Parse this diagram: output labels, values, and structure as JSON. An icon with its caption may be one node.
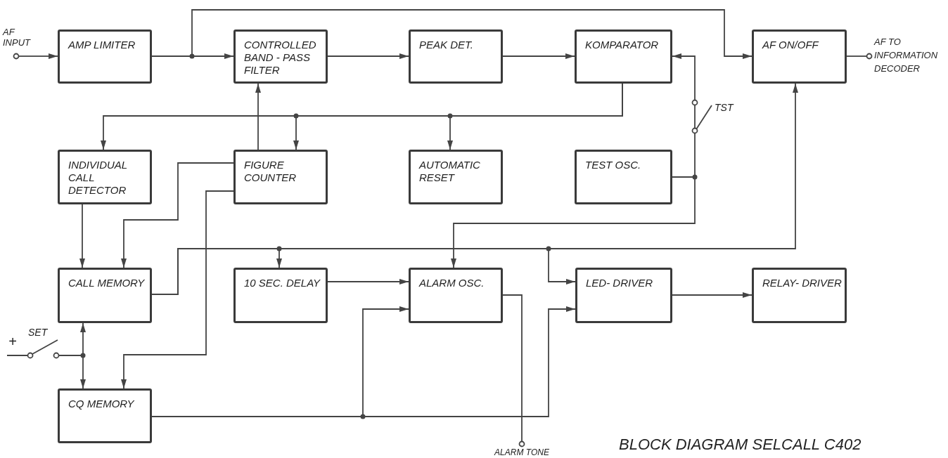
{
  "diagram": {
    "title": "BLOCK DIAGRAM SELCALL C402",
    "nodes": [
      {
        "text": [
          "AF INPUT"
        ]
      },
      {
        "text": [
          "AMP LIMITER"
        ]
      },
      {
        "text": [
          "CONTROLLED BAND - PASS FILTER"
        ]
      },
      {
        "text": [
          "PEAK DET."
        ]
      },
      {
        "text": [
          "KOMPARATOR"
        ]
      },
      {
        "text": [
          "AF ON/OFF"
        ]
      },
      {
        "text": [
          "AF TO INFORMATION DECODER"
        ]
      },
      {
        "text": [
          "INDIVIDUAL CALL DETECTOR"
        ]
      },
      {
        "text": [
          "FIGURE COUNTER"
        ]
      },
      {
        "text": [
          "AUTOMATIC RESET"
        ]
      },
      {
        "text": [
          "TEST OSC."
        ]
      },
      {
        "text": [
          "CALL MEMORY"
        ]
      },
      {
        "text": [
          "10 SEC. DELAY"
        ]
      },
      {
        "text": [
          "ALARM OSC."
        ]
      },
      {
        "text": [
          "LED- DRIVER"
        ]
      },
      {
        "text": [
          "RELAY- DRIVER"
        ]
      },
      {
        "text": [
          "CQ MEMORY"
        ]
      },
      {
        "text": [
          "ALARM TONE"
        ]
      }
    ],
    "edges": [
      {
        "from": 0,
        "to": 1,
        "arrow": "to"
      },
      {
        "from": 1,
        "to": 2,
        "arrow": "to"
      },
      {
        "from": 1,
        "to": 5,
        "arrow": "to"
      },
      {
        "from": 2,
        "to": 3,
        "arrow": "to"
      },
      {
        "from": 3,
        "to": 4,
        "arrow": "to"
      },
      {
        "from": 5,
        "to": 6,
        "arrow": "none"
      },
      {
        "from": 10,
        "to": 4,
        "arrow": "to"
      },
      {
        "from": 4,
        "to": 7,
        "arrow": "to"
      },
      {
        "from": 4,
        "to": 8,
        "arrow": "to"
      },
      {
        "from": 4,
        "to": 9,
        "arrow": "to"
      },
      {
        "from": 8,
        "to": 2,
        "arrow": "to"
      },
      {
        "from": 7,
        "to": 11,
        "arrow": "to"
      },
      {
        "from": 8,
        "to": 11,
        "arrow": "to"
      },
      {
        "from": 8,
        "to": 16,
        "arrow": "to"
      },
      {
        "from": 10,
        "to": 13,
        "arrow": "to"
      },
      {
        "from": 11,
        "to": 12,
        "arrow": "to"
      },
      {
        "from": 11,
        "to": 14,
        "arrow": "to"
      },
      {
        "from": 11,
        "to": 5,
        "arrow": "to"
      },
      {
        "from": 12,
        "to": 13,
        "arrow": "to"
      },
      {
        "from": 16,
        "to": 13,
        "arrow": "to"
      },
      {
        "from": 16,
        "to": 14,
        "arrow": "to"
      },
      {
        "from": 14,
        "to": 15,
        "arrow": "to"
      },
      {
        "from": 13,
        "to": 17,
        "arrow": "none"
      },
      {
        "from": null,
        "to": 11,
        "arrow": "to"
      },
      {
        "from": null,
        "to": 16,
        "arrow": "to"
      }
    ],
    "labels": [
      "+",
      "SET",
      "TST"
    ]
  }
}
